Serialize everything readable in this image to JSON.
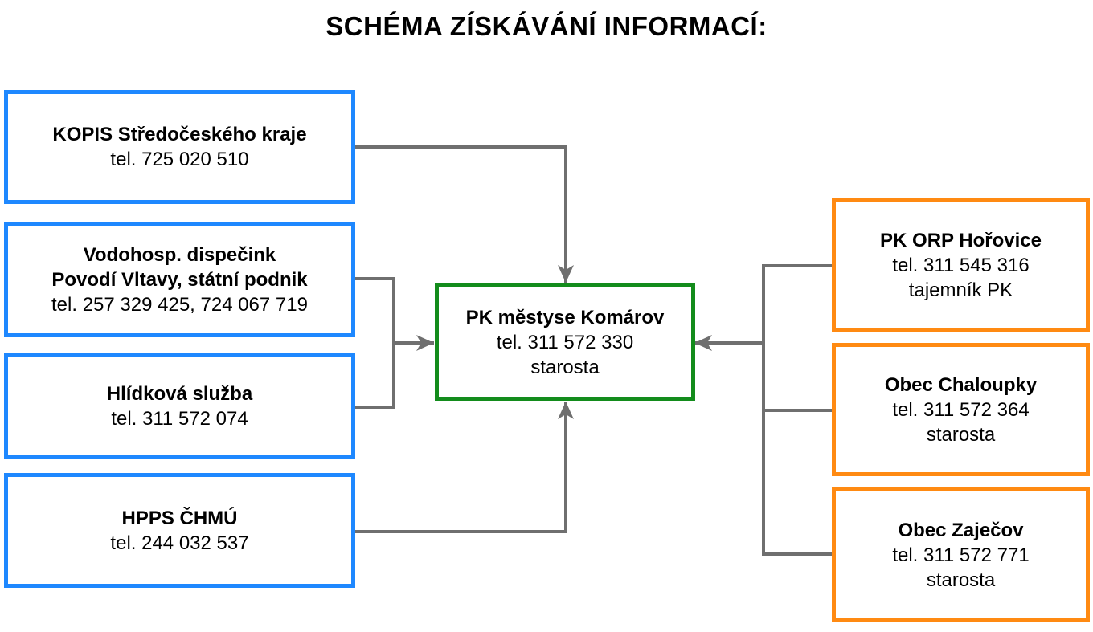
{
  "title": "SCHÉMA ZÍSKÁVÁNÍ INFORMACÍ:",
  "colors": {
    "source_border": "#1e88ff",
    "center_border": "#138c1c",
    "municipality_border": "#ff8a12",
    "connector": "#6f6f6f"
  },
  "sources": [
    {
      "name": [
        "KOPIS Středočeského kraje"
      ],
      "details": [
        "tel. 725 020 510"
      ]
    },
    {
      "name": [
        "Vodohosp. dispečink",
        "Povodí Vltavy, státní podnik"
      ],
      "details": [
        "tel. 257 329 425, 724 067 719"
      ]
    },
    {
      "name": [
        "Hlídková služba"
      ],
      "details": [
        "tel. 311 572 074"
      ]
    },
    {
      "name": [
        "HPPS ČHMÚ"
      ],
      "details": [
        "tel. 244 032 537"
      ]
    }
  ],
  "center": {
    "name": [
      "PK městyse Komárov"
    ],
    "details": [
      "tel. 311 572 330",
      "starosta"
    ]
  },
  "municipalities": [
    {
      "name": [
        "PK ORP Hořovice"
      ],
      "details": [
        "tel. 311 545 316",
        "tajemník PK"
      ]
    },
    {
      "name": [
        "Obec Chaloupky"
      ],
      "details": [
        "tel. 311 572 364",
        "starosta"
      ]
    },
    {
      "name": [
        "Obec Zaječov"
      ],
      "details": [
        "tel. 311 572 771",
        "starosta"
      ]
    }
  ]
}
